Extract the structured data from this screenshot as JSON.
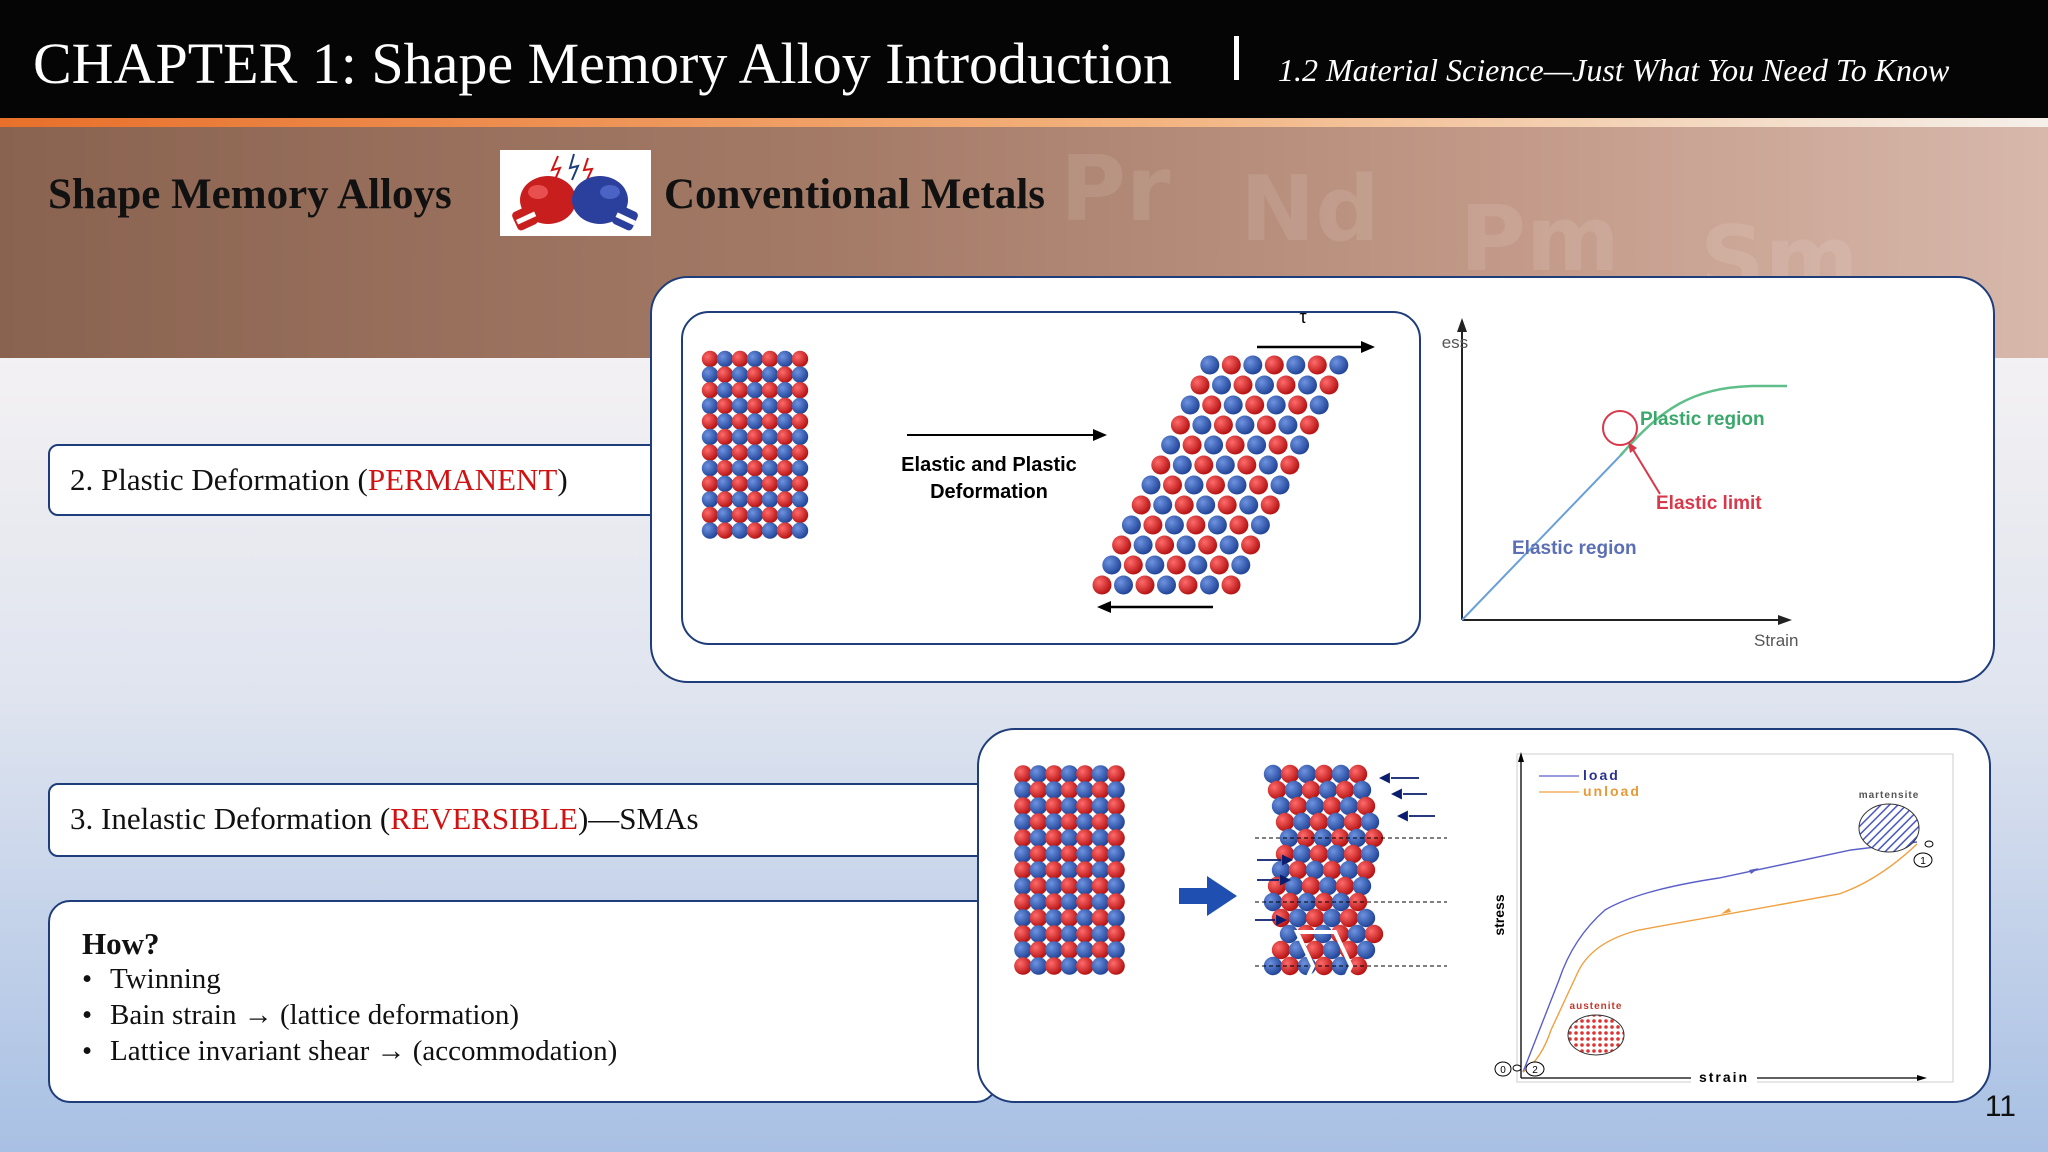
{
  "header": {
    "title": "CHAPTER 1: Shape Memory Alloy Introduction",
    "separator": "|",
    "subtitle": "1.2 Material Science—Just What You Need To Know"
  },
  "versus": {
    "left": "Shape Memory Alloys",
    "right": "Conventional Metals",
    "icon": "boxing-gloves-icon"
  },
  "plastic": {
    "label_prefix": "2. Plastic Deformation (",
    "label_highlight": "PERMANENT",
    "label_suffix": ")",
    "diagram": {
      "tau": "τ",
      "arrow_caption_line1": "Elastic and Plastic",
      "arrow_caption_line2": "Deformation"
    },
    "graph": {
      "y_axis": "Stress",
      "x_axis": "Strain",
      "plastic_region": "Plastic region",
      "elastic_limit": "Elastic limit",
      "elastic_region": "Elastic region"
    }
  },
  "inelastic": {
    "label_prefix": "3. Inelastic Deformation (",
    "label_highlight": "REVERSIBLE",
    "label_suffix": ")—SMAs",
    "graph": {
      "y_axis": "stress",
      "x_axis": "strain",
      "legend_load": "load",
      "legend_unload": "unload",
      "martensite": "martensite",
      "austenite": "austenite",
      "marker_0": "0",
      "marker_1": "1",
      "marker_2": "2"
    }
  },
  "how": {
    "title": "How?",
    "items": [
      "Twinning",
      "Bain strain → (lattice deformation)",
      "Lattice invariant shear → (accommodation)"
    ]
  },
  "page_number": "11",
  "colors": {
    "accent_red": "#d11212",
    "border_blue": "#1f3d7a",
    "atom_red": "#cc1f1f",
    "atom_blue": "#2f57b0",
    "plastic_green": "#3aa86b",
    "elastic_blue": "#5b6fb5",
    "limit_red": "#d9384b",
    "load_line": "#5a5fc8",
    "unload_line": "#f0a040"
  }
}
